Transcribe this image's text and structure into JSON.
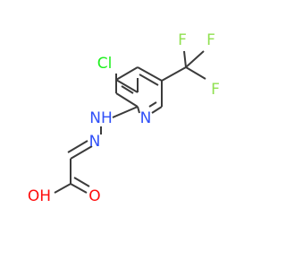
{
  "molecule": {
    "atoms": {
      "cl": "Cl",
      "f_top_left": "F",
      "f_top_right": "F",
      "f_right": "F",
      "n_ring": "N",
      "nh": "NH",
      "n_hydrazone": "N",
      "o_carbonyl": "O",
      "oh": "OH"
    }
  },
  "colors": {
    "bond": "#3b3b3b",
    "carbon": "#3b3b3b",
    "nitrogen": "#3050f8",
    "oxygen": "#ff0d0d",
    "chlorine": "#1ff01f",
    "fluorine": "#90e050",
    "background": "#ffffff"
  }
}
